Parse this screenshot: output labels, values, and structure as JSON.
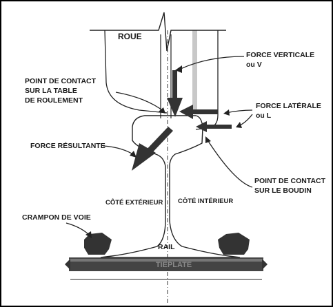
{
  "labels": {
    "roue": "ROUE",
    "force_verticale_line1": "FORCE VERTICALE",
    "force_verticale_line2": "ou V",
    "point_contact_table_line1": "POINT DE CONTACT",
    "point_contact_table_line2": "SUR LA TABLE",
    "point_contact_table_line3": "DE ROULEMENT",
    "force_laterale_line1": "FORCE LATÉRALE",
    "force_laterale_line2": "ou L",
    "force_resultante": "FORCE RÉSULTANTE",
    "point_contact_boudin_line1": "POINT DE CONTACT",
    "point_contact_boudin_line2": "SUR LE BOUDIN",
    "cote_exterieur": "CÔTÉ EXTÉRIEUR",
    "cote_interieur": "CÔTÉ INTÉRIEUR",
    "crampon_de_voie": "CRAMPON DE VOIE",
    "rail": "RAIL",
    "tie_plate_text": "TIEPLATE"
  },
  "colors": {
    "line": "#222222",
    "force_arrow": "#333333",
    "spike": "#333333",
    "tie_plate": "#444444",
    "wheel_stripe": "#c8c8c8"
  }
}
